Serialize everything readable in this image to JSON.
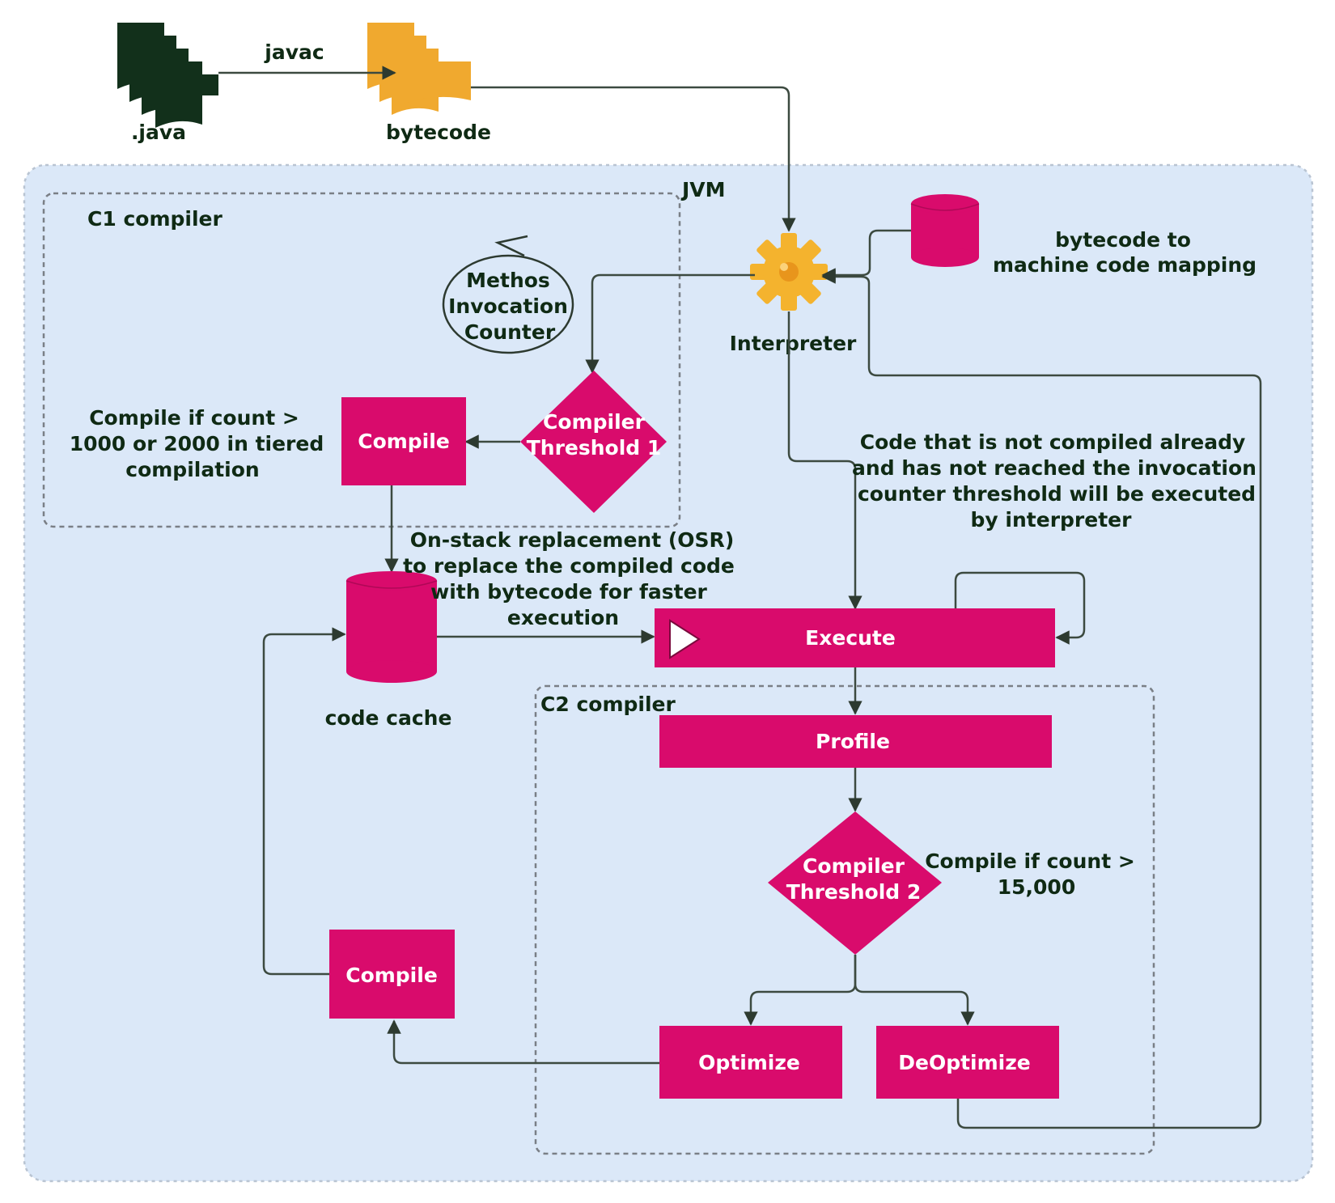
{
  "sources": {
    "java_label": ".java",
    "javac_label": "javac",
    "bytecode_label": "bytecode"
  },
  "jvm": {
    "title": "JVM",
    "interpreter_label": "Interpreter",
    "mapping_label_line1": "bytecode to",
    "mapping_label_line2": "machine code mapping",
    "interpreter_note": [
      "Code that is not compiled already",
      "and has not reached the invocation",
      "counter threshold will be executed",
      "by interpreter"
    ],
    "execute_label": "Execute",
    "code_cache_label": "code cache",
    "osr_note": [
      "On-stack replacement (OSR)",
      "to replace the compiled code",
      "with bytecode for faster",
      "execution"
    ],
    "compile_bottom_label": "Compile"
  },
  "c1": {
    "title": "C1 compiler",
    "counter": [
      "Methos",
      "Invocation",
      "Counter"
    ],
    "threshold": [
      "Compiler",
      "Threshold 1"
    ],
    "compile_label": "Compile",
    "note": [
      "Compile if count >",
      "1000 or 2000 in tiered",
      "compilation"
    ]
  },
  "c2": {
    "title": "C2 compiler",
    "profile_label": "Profile",
    "threshold": [
      "Compiler",
      "Threshold 2"
    ],
    "note": [
      "Compile if count >",
      "15,000"
    ],
    "optimize_label": "Optimize",
    "deoptimize_label": "DeOptimize"
  },
  "colors": {
    "accent": "#d90b6c",
    "jvm_background": "#dbe8f8",
    "java_file": "#12301b",
    "bytecode_file": "#f0a92f",
    "gear": "#f4b32e",
    "text": "#0f2a14"
  }
}
